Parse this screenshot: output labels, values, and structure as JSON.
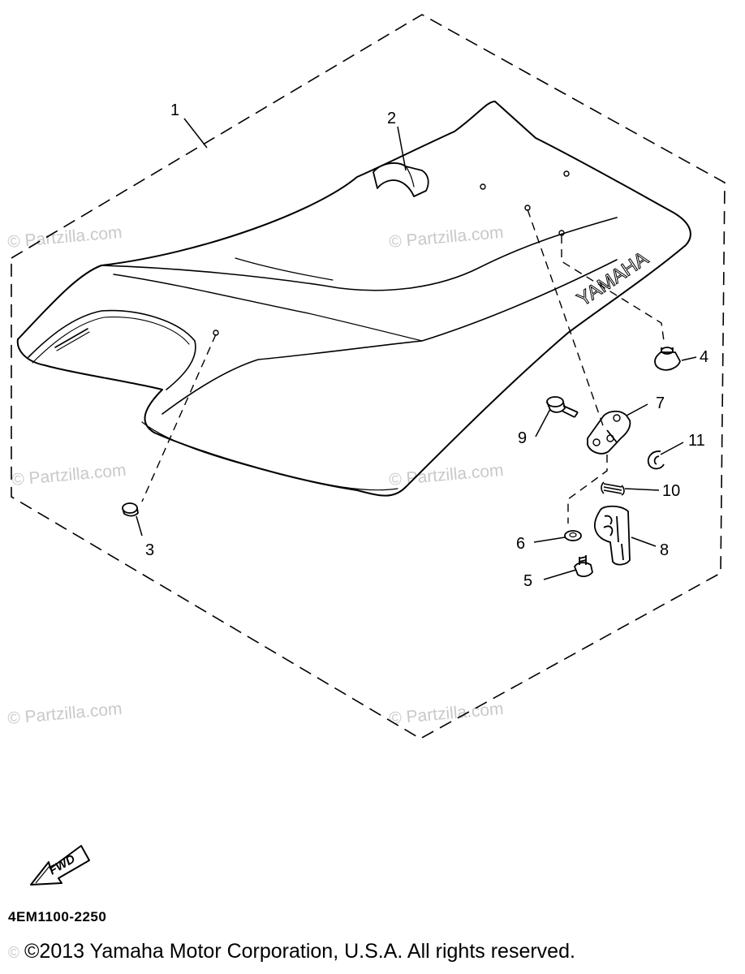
{
  "watermark_text": "© Partzilla.com",
  "brand_on_seat": "YAMAHA",
  "callouts": [
    {
      "id": "1",
      "label": "1"
    },
    {
      "id": "2",
      "label": "2"
    },
    {
      "id": "3",
      "label": "3"
    },
    {
      "id": "4",
      "label": "4"
    },
    {
      "id": "5",
      "label": "5"
    },
    {
      "id": "6",
      "label": "6"
    },
    {
      "id": "7",
      "label": "7"
    },
    {
      "id": "8",
      "label": "8"
    },
    {
      "id": "9",
      "label": "9"
    },
    {
      "id": "10",
      "label": "10"
    },
    {
      "id": "11",
      "label": "11"
    }
  ],
  "fwd_label": "FWD",
  "diagram_code": "4EM1100-2250",
  "copyright": "©2013  Yamaha Motor Corporation, U.S.A. All rights reserved.",
  "copyright_watermark_prefix": "©",
  "colors": {
    "line": "#000000",
    "watermark": "#c9c9c9",
    "background": "#ffffff"
  }
}
